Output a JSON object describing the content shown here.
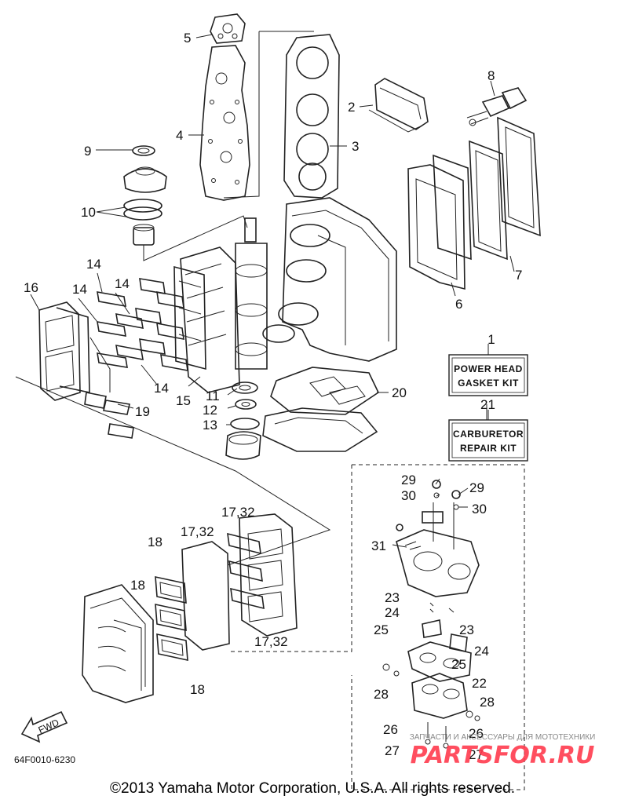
{
  "callouts": {
    "c1": "1",
    "c2": "2",
    "c3": "3",
    "c4": "4",
    "c5": "5",
    "c6": "6",
    "c7": "7",
    "c8": "8",
    "c9": "9",
    "c10": "10",
    "c11": "11",
    "c12": "12",
    "c13": "13",
    "c14a": "14",
    "c14b": "14",
    "c14c": "14",
    "c14d": "14",
    "c15": "15",
    "c16": "16",
    "c17a": "17,32",
    "c17b": "17,32",
    "c17c": "17,32",
    "c18a": "18",
    "c18b": "18",
    "c18c": "18",
    "c19": "19",
    "c20": "20",
    "c21": "21",
    "c22": "22",
    "c23a": "23",
    "c23b": "23",
    "c24a": "24",
    "c24b": "24",
    "c25a": "25",
    "c25b": "25",
    "c26a": "26",
    "c26b": "26",
    "c27a": "27",
    "c27b": "27",
    "c28a": "28",
    "c28b": "28",
    "c29a": "29",
    "c29b": "29",
    "c30a": "30",
    "c30b": "30",
    "c31": "31"
  },
  "kits": {
    "power_head_line1": "POWER HEAD",
    "power_head_line2": "GASKET KIT",
    "carb_line1": "CARBURETOR",
    "carb_line2": "REPAIR KIT"
  },
  "fwd_label": "FWD",
  "diagram_code": "64F0010-6230",
  "watermark": {
    "main": "PARTSFOR.RU",
    "sub": "ЗАПЧАСТИ И АКСЕССУАРЫ ДЛЯ МОТОТЕХНИКИ"
  },
  "copyright": "©2013 Yamaha Motor Corporation, U.S.A. All rights reserved.",
  "colors": {
    "line": "#222222",
    "watermark": "#ff3b4e",
    "background": "#ffffff"
  }
}
